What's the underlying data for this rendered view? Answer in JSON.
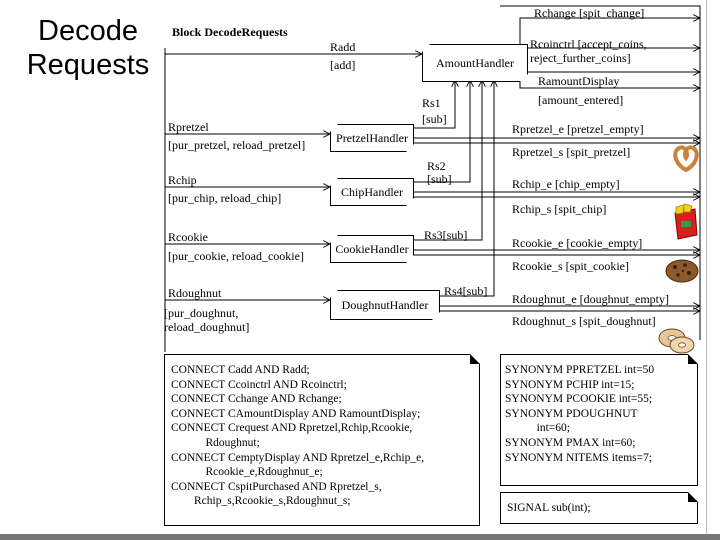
{
  "slide": {
    "title_line1": "Decode",
    "title_line2": "Requests"
  },
  "block": {
    "title": "Block DecodeRequests"
  },
  "processes": {
    "amount": "AmountHandler",
    "pretzel": "PretzelHandler",
    "chip": "ChipHandler",
    "cookie": "CookieHandler",
    "doughnut": "DoughnutHandler"
  },
  "inputs": {
    "radd": "Radd",
    "radd_sig": "[add]",
    "rpretzel": "Rpretzel",
    "rpretzel_sig": "[pur_pretzel, reload_pretzel]",
    "rchip": "Rchip",
    "rchip_sig": "[pur_chip, reload_chip]",
    "rcookie": "Rcookie",
    "rcookie_sig": "[pur_cookie, reload_cookie]",
    "rdoughnut": "Rdoughnut",
    "rdoughnut_sig1": "[pur_doughnut,",
    "rdoughnut_sig2": "reload_doughnut]"
  },
  "subs": {
    "rs1": "Rs1",
    "rs1_sig": "[sub]",
    "rs2": "Rs2",
    "rs2_sig": "[sub]",
    "rs3": "Rs3[sub]",
    "rs4": "Rs4[sub]"
  },
  "outputs": {
    "rchange": "Rchange  [spit_change]",
    "rcoinctrl1": "Rcoinctrl [accept_coins,",
    "rcoinctrl2": "reject_further_coins]",
    "ramount1": "RamountDisplay",
    "ramount2": "[amount_entered]",
    "pretzel_e": "Rpretzel_e [pretzel_empty]",
    "pretzel_s": "Rpretzel_s [spit_pretzel]",
    "chip_e": "Rchip_e  [chip_empty]",
    "chip_s": "Rchip_s  [spit_chip]",
    "cookie_e": "Rcookie_e [cookie_empty]",
    "cookie_s": "Rcookie_s [spit_cookie]",
    "doughnut_e": "Rdoughnut_e [doughnut_empty]",
    "doughnut_s": "Rdoughnut_s [spit_doughnut]"
  },
  "connect_lines": [
    "CONNECT Cadd AND Radd;",
    "CONNECT Ccoinctrl AND Rcoinctrl;",
    "CONNECT Cchange AND Rchange;",
    "CONNECT CAmountDisplay AND RamountDisplay;",
    "CONNECT Crequest AND Rpretzel,Rchip,Rcookie,",
    "            Rdoughnut;",
    "CONNECT CemptyDisplay AND Rpretzel_e,Rchip_e,",
    "            Rcookie_e,Rdoughnut_e;",
    "CONNECT CspitPurchased AND Rpretzel_s,",
    "        Rchip_s,Rcookie_s,Rdoughnut_s;"
  ],
  "synonym_lines": [
    "SYNONYM PPRETZEL int=50",
    "SYNONYM PCHIP int=15;",
    "SYNONYM PCOOKIE int=55;",
    "SYNONYM PDOUGHNUT",
    "           int=60;",
    "SYNONYM PMAX int=60;",
    "SYNONYM NITEMS items=7;"
  ],
  "signal": "SIGNAL sub(int);",
  "icons": [
    "pretzel-icon",
    "chips-icon",
    "cookie-icon",
    "doughnut-icon"
  ],
  "colors": {
    "line": "#000000",
    "pretzel": "#c9823a",
    "chip": "#d81e1e",
    "cookie": "#8a5a2b",
    "doughnut": "#e6c79a",
    "bar": "#777777"
  }
}
